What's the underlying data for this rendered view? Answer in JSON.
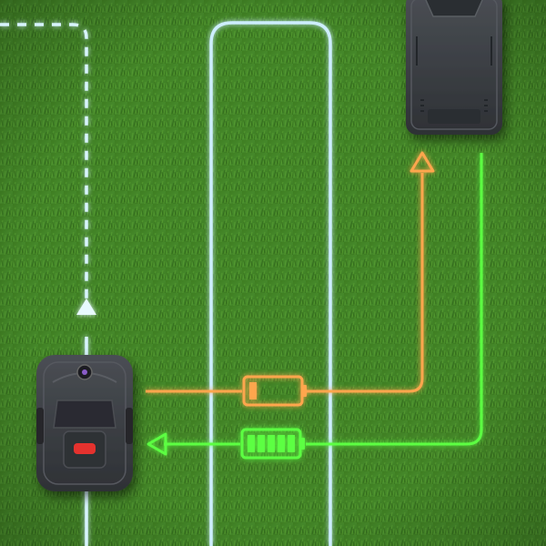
{
  "scene": {
    "type": "robot-lawnmower-return-to-base-illustration",
    "ground": "grass",
    "colors": {
      "grass_dark": "#2b5f17",
      "grass_mid": "#3f7f22",
      "grass_light": "#5ea534",
      "boundary_wire": "#cfefff",
      "low_battery_path": "#ff9a3c",
      "full_battery_path": "#4dff3a",
      "device_body": "#3a3d42",
      "stop_button": "#e5322d"
    },
    "elements": {
      "charging_station": {
        "icon": "charging-station-icon"
      },
      "mower": {
        "icon": "robot-mower-icon",
        "button_color": "#e5322d"
      },
      "low_battery": {
        "icon": "battery-low-icon",
        "level": 0.2
      },
      "full_battery": {
        "icon": "battery-full-icon",
        "level": 1.0
      }
    }
  }
}
